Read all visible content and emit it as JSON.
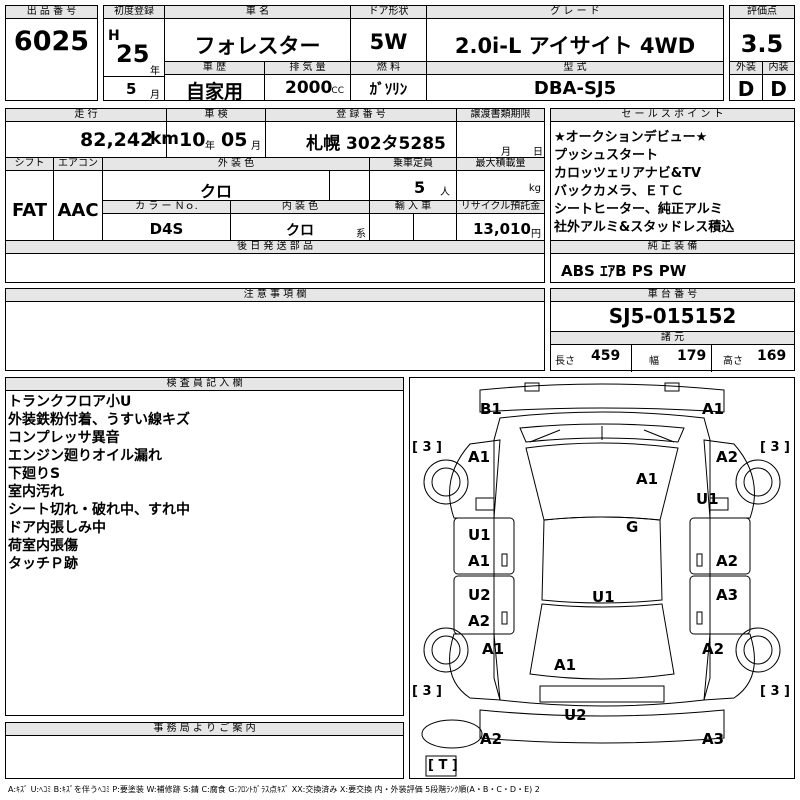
{
  "lot": {
    "label": "出 品 番 号",
    "value": "6025"
  },
  "first_reg": {
    "label": "初度登録",
    "era": "H",
    "year": "25",
    "year_unit": "年",
    "month": "5",
    "month_unit": "月"
  },
  "car_name": {
    "label": "車 名",
    "value": "フォレスター"
  },
  "door": {
    "label": "ドア形状",
    "value": "5W"
  },
  "grade": {
    "label": "グ レ ー ド",
    "value": "2.0i-L アイサイト 4WD"
  },
  "score": {
    "label": "評価点",
    "value": "3.5"
  },
  "history": {
    "label": "車 歴",
    "value": "自家用"
  },
  "displacement": {
    "label": "排 気 量",
    "value": "2000",
    "unit": "CC"
  },
  "fuel": {
    "label": "燃 料",
    "value": "ｶﾞｿﾘﾝ"
  },
  "model": {
    "label": "型 式",
    "value": "DBA-SJ5"
  },
  "exterior_grade": {
    "label": "外装",
    "value": "D"
  },
  "interior_grade": {
    "label": "内装",
    "value": "D"
  },
  "mileage": {
    "label": "走 行",
    "value": "82,242",
    "unit": "km"
  },
  "inspection": {
    "label": "車 検",
    "year": "10",
    "year_unit": "年",
    "month": "05",
    "month_unit": "月"
  },
  "registration": {
    "label": "登 録 番 号",
    "value": "札幌 302タ5285"
  },
  "transfer": {
    "label": "譲渡書類期限",
    "month_unit": "月",
    "day_unit": "日"
  },
  "sales_points": {
    "label": "セ ー ル ス ポ イ ン ト",
    "lines": [
      "★オークションデビュー★",
      "プッシュスタート",
      "カロッツェリアナビ&TV",
      "バックカメラ、ＥＴＣ",
      "シートヒーター、純正アルミ",
      "社外アルミ&スタッドレス積込"
    ]
  },
  "shift": {
    "label": "シフト",
    "value": "FAT"
  },
  "aircon": {
    "label": "エアコン",
    "value": "AAC"
  },
  "ext_color": {
    "label": "外 装 色",
    "value": "クロ"
  },
  "capacity": {
    "label": "乗車定員",
    "value": "5",
    "unit": "人"
  },
  "max_load": {
    "label": "最大積載量",
    "unit": "kg"
  },
  "color_no": {
    "label": "カ ラ ー Ｎｏ.",
    "value": "D4S"
  },
  "int_color": {
    "label": "内 装 色",
    "value": "クロ",
    "unit": "系"
  },
  "import": {
    "label": "輸 入 車"
  },
  "recycle": {
    "label": "リサイクル預託金",
    "value": "13,010",
    "unit": "円"
  },
  "later_parts": {
    "label": "後 日 発 送 部 品"
  },
  "equipment": {
    "label": "純 正 装 備",
    "value": "ABS ｴｱB PS PW"
  },
  "caution": {
    "label": "注 意 事 項 欄"
  },
  "chassis": {
    "label": "車 台 番 号",
    "value": "SJ5-015152"
  },
  "specs": {
    "label": "諸 元",
    "length_label": "長さ",
    "length": "459",
    "width_label": "幅",
    "width": "179",
    "height_label": "高さ",
    "height": "169"
  },
  "inspector": {
    "label": "検 査 員 記 入 欄",
    "lines": [
      "トランクフロア小U",
      "外装鉄粉付着、うすい線キズ",
      "コンプレッサ異音",
      "エンジン廻りオイル漏れ",
      "下廻りS",
      "室内汚れ",
      "シート切れ・破れ中、すれ中",
      "ドア内張しみ中",
      "荷室内張傷",
      "タッチＰ跡"
    ]
  },
  "office": {
    "label": "事 務 局 よ り ご 案 内"
  },
  "damage": [
    "B1",
    "A1",
    "A1",
    "A2",
    "A1",
    "U1",
    "G",
    "U1",
    "A1",
    "A2",
    "U2",
    "U1",
    "A3",
    "A2",
    "A1",
    "A2",
    "A1",
    "U2",
    "A2",
    "A3"
  ],
  "tire": [
    "[ 3 ]",
    "[ 3 ]",
    "[ 3 ]",
    "[ 3 ]",
    "[ T ]"
  ],
  "legend": "A:ｷｽﾞ U:ﾍｺﾐ B:ｷｽﾞを伴うﾍｺﾐ P:要塗装 W:補修跡 S:錆 C:腐食 G:ﾌﾛﾝﾄｶﾞﾗｽ点ｷｽﾞ XX:交換済み X:要交換 内・外装評価 5段階ﾗﾝｸ順(A・B・C・D・E) 2"
}
